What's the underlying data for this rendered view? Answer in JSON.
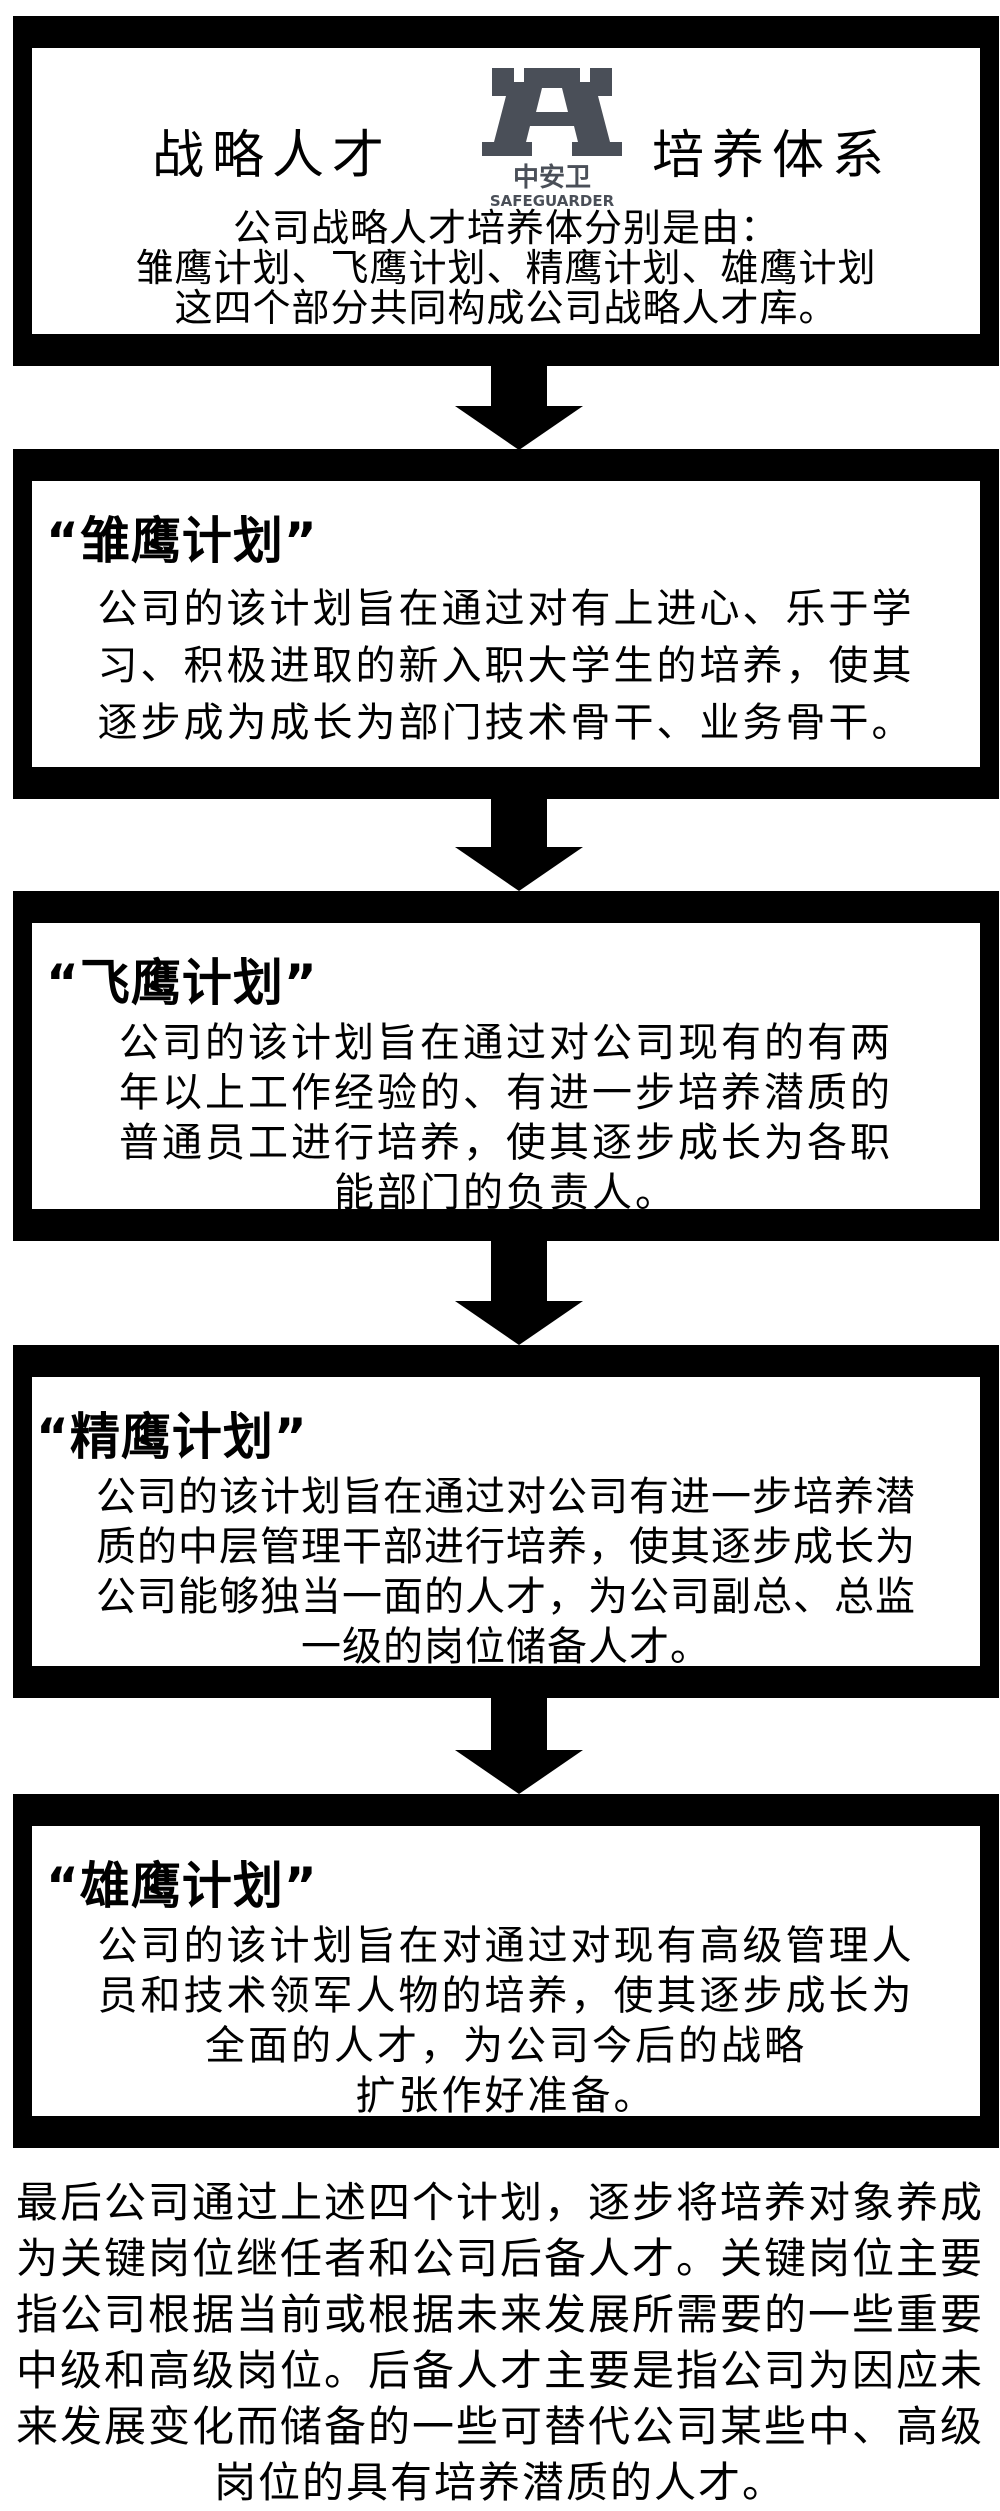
{
  "header": {
    "title_left": "战略人才",
    "title_right": "培养体系",
    "logo": {
      "cn": "中安卫",
      "en": "SAFEGUARDER",
      "color": "#4a4f58"
    },
    "intro_lines": [
      "公司战略人才培养体分别是由：",
      "雏鹰计划、飞鹰计划、精鹰计划、雄鹰计划",
      "这四个部分共同构成公司战略人才库。"
    ]
  },
  "plans": [
    {
      "title": "“雏鹰计划”",
      "lines": [
        "公司的该计划旨在通过对有上进心、乐于学",
        "习、积极进取的新入职大学生的培养，使其",
        "逐步成为成长为部门技术骨干、业务骨干。"
      ]
    },
    {
      "title": "“飞鹰计划”",
      "lines": [
        "公司的该计划旨在通过对公司现有的有两",
        "年以上工作经验的、有进一步培养潜质的",
        "普通员工进行培养，使其逐步成长为各职",
        "能部门的负责人。"
      ]
    },
    {
      "title": "“精鹰计划”",
      "lines": [
        "公司的该计划旨在通过对公司有进一步培养潜",
        "质的中层管理干部进行培养，使其逐步成长为",
        "公司能够独当一面的人才，为公司副总、总监",
        "一级的岗位储备人才。"
      ]
    },
    {
      "title": "“雄鹰计划”",
      "lines": [
        "公司的该计划旨在对通过对现有高级管理人",
        "员和技术领军人物的培养，使其逐步成长为",
        "全面的人才，为公司今后的战略",
        "扩张作好准备。"
      ]
    }
  ],
  "conclusion": {
    "lines": [
      "最后公司通过上述四个计划，逐步将培养对象养成",
      "为关键岗位继任者和公司后备人才。关键岗位主要",
      "指公司根据当前或根据未来发展所需要的一些重要",
      "中级和高级岗位。后备人才主要是指公司为因应未",
      "来发展变化而储备的一些可替代公司某些中、高级",
      "岗位的具有培养潜质的人才。"
    ]
  }
}
